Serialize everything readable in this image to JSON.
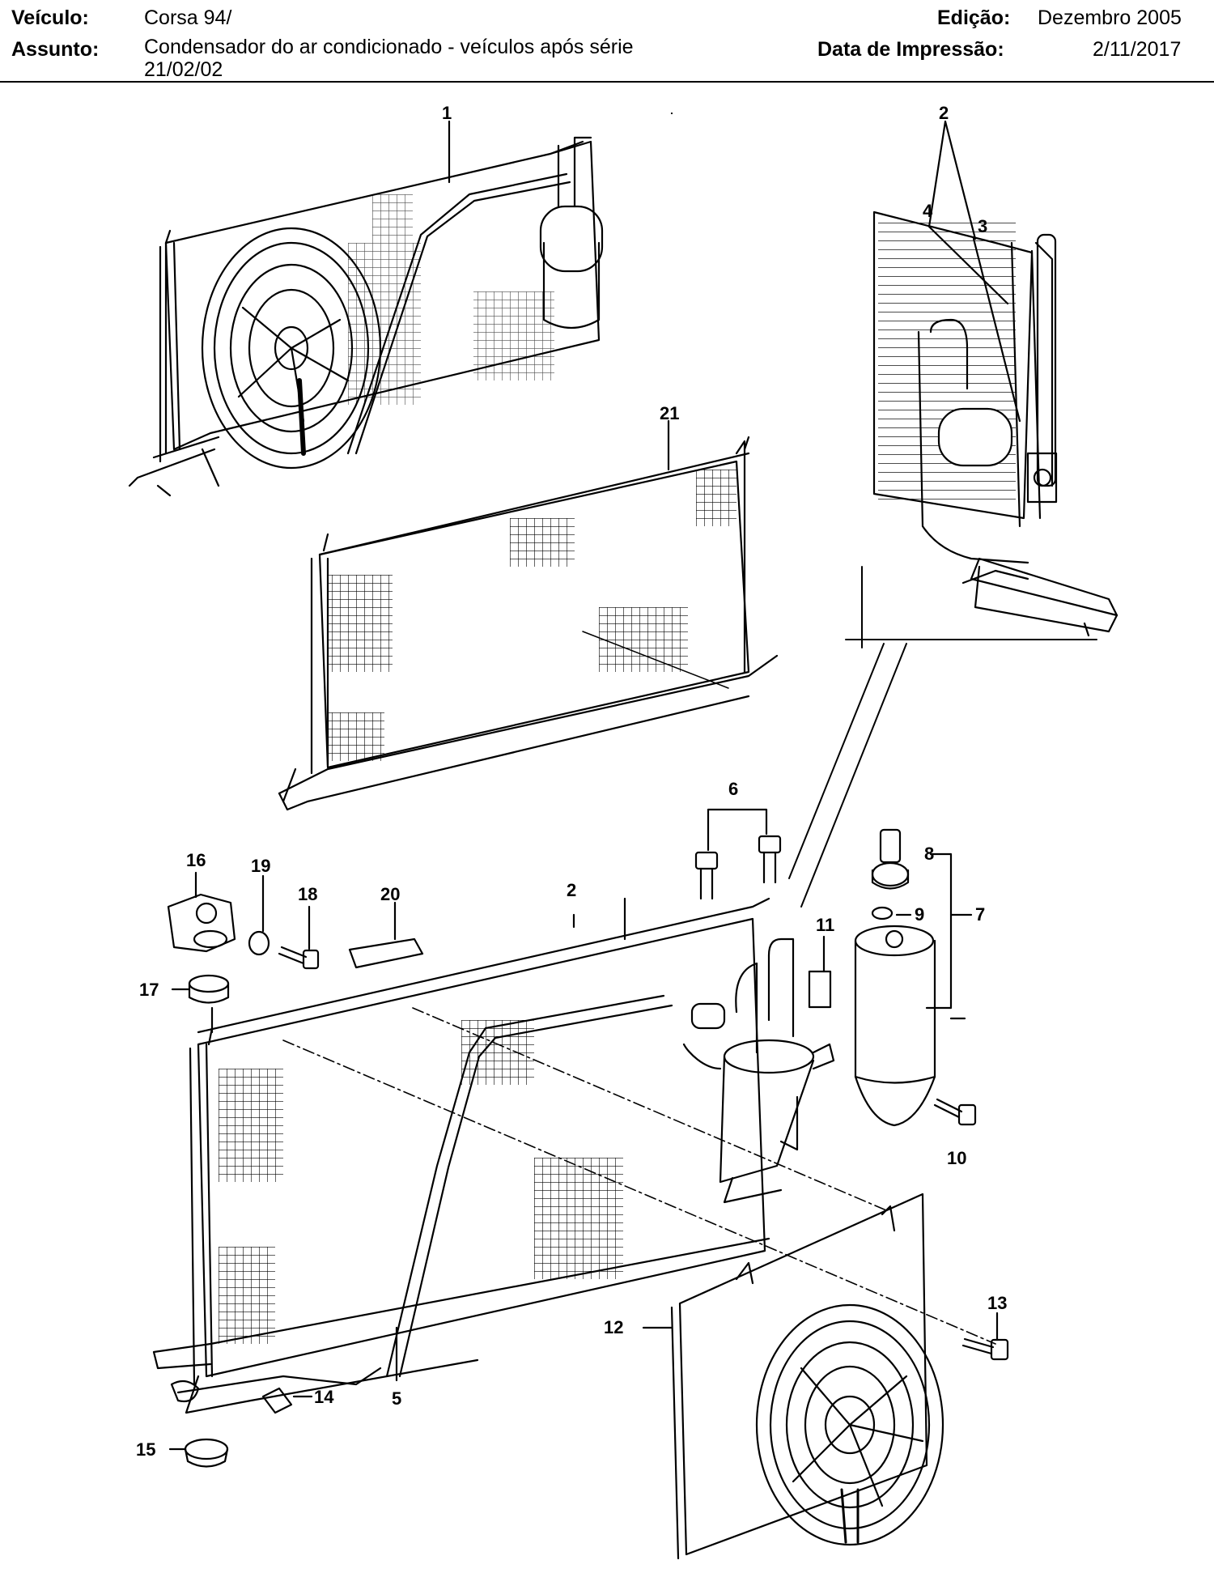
{
  "header": {
    "vehicle_label": "Veículo:",
    "vehicle_value": "Corsa 94/",
    "subject_label": "Assunto:",
    "subject_value": "Condensador do ar condicionado - veículos após série 21/02/02",
    "edition_label": "Edição:",
    "edition_value": "Dezembro 2005",
    "print_date_label": "Data de Impressão:",
    "print_date_value": "2/11/2017"
  },
  "diagram": {
    "callouts": [
      "1",
      "2",
      "3",
      "4",
      "5",
      "6",
      "7",
      "8",
      "9",
      "10",
      "11",
      "12",
      "13",
      "14",
      "15",
      "16",
      "17",
      "18",
      "19",
      "20",
      "21"
    ]
  }
}
